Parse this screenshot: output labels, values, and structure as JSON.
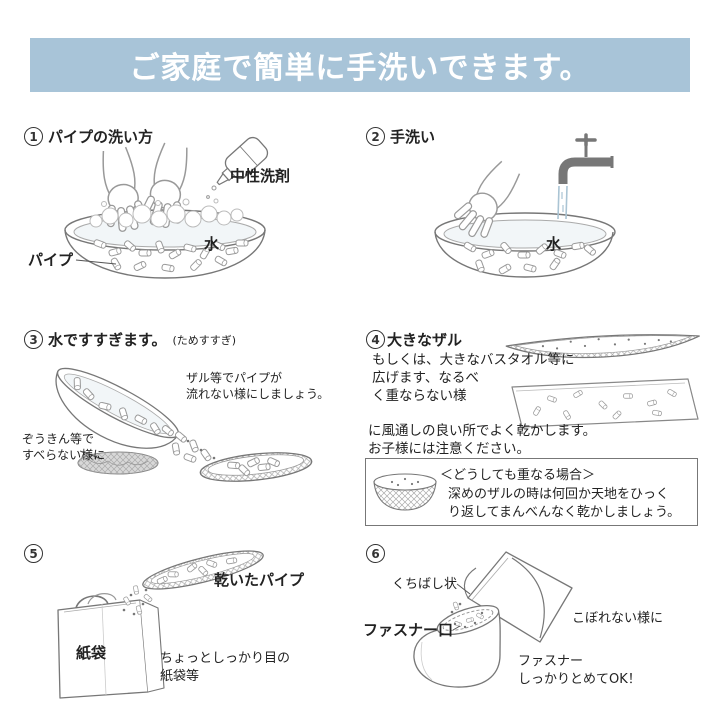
{
  "banner": {
    "title": "ご家庭で簡単に手洗いできます。"
  },
  "colors": {
    "banner_bg": "#a8c4d8",
    "banner_text": "#ffffff",
    "line": "#777777",
    "text": "#222222"
  },
  "steps": [
    {
      "number": "1",
      "title": "パイプの洗い方",
      "labels": {
        "detergent": "中性洗剤",
        "water": "水",
        "pipe": "パイプ"
      }
    },
    {
      "number": "2",
      "title": "手洗い",
      "labels": {
        "water": "水"
      }
    },
    {
      "number": "3",
      "title": "水ですすぎます。",
      "title_note": "(ためすすぎ)",
      "labels": {
        "strainer_note": "ザル等でパイプが\n流れない様にしましょう。",
        "rag_note": "ぞうきん等で\nすべらない様に"
      }
    },
    {
      "number": "4",
      "title": "大きなザル",
      "body_lines": [
        "もしくは、大きなバスタオル等に",
        "広げます、なるべ",
        "く重ならない様",
        "に風通しの良い所でよく乾かします。",
        "お子様には注意ください。"
      ],
      "note_box": {
        "heading": "＜どうしても重なる場合＞",
        "line1": "深めのザルの時は何回か天地をひっく",
        "line2": "り返してまんべんなく乾かしましょう。"
      }
    },
    {
      "number": "5",
      "labels": {
        "dry_pipe": "乾いたパイプ",
        "paper_bag": "紙袋",
        "bag_note": "ちょっとしっかり目の\n紙袋等"
      }
    },
    {
      "number": "6",
      "labels": {
        "beak": "くちばし状",
        "fastener_mouth": "ファスナー口",
        "no_spill": "こぼれない様に",
        "fastener_ok": "ファスナー\nしっかりとめてOK！"
      }
    }
  ]
}
